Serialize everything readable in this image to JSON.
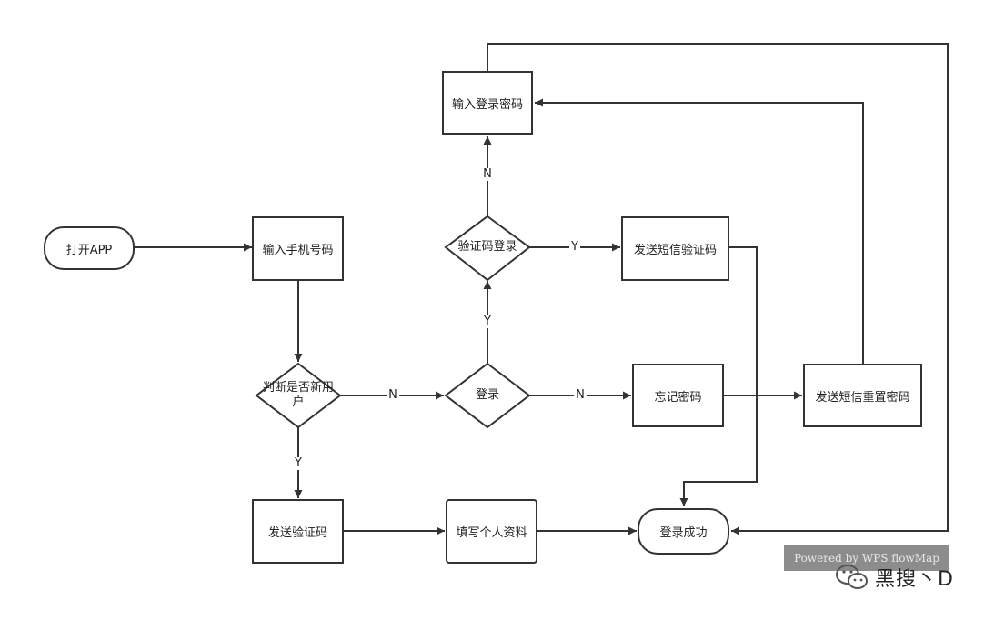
{
  "nodes": {
    "open_app": "打开APP",
    "input_phone": "输入手机号码",
    "is_new_user": "判断是否新用户",
    "send_code": "发送验证码",
    "fill_profile": "填写个人资料",
    "login_success": "登录成功",
    "login": "登录",
    "sms_login": "验证码登录",
    "input_password": "输入登录密码",
    "send_sms_code": "发送短信验证码",
    "forgot_password": "忘记密码",
    "send_reset_sms": "发送短信重置密码"
  },
  "edge_labels": {
    "new_user_yes": "Y",
    "new_user_no": "N",
    "login_yes": "Y",
    "login_no": "N",
    "sms_login_yes": "Y",
    "sms_login_no": "N"
  },
  "watermark": "Powered by WPS flowMap",
  "brand": {
    "text": "黑搜丶D",
    "icon": "wechat-icon"
  },
  "colors": {
    "stroke": "#333333",
    "watermark_bg": "#8c8c8c"
  }
}
